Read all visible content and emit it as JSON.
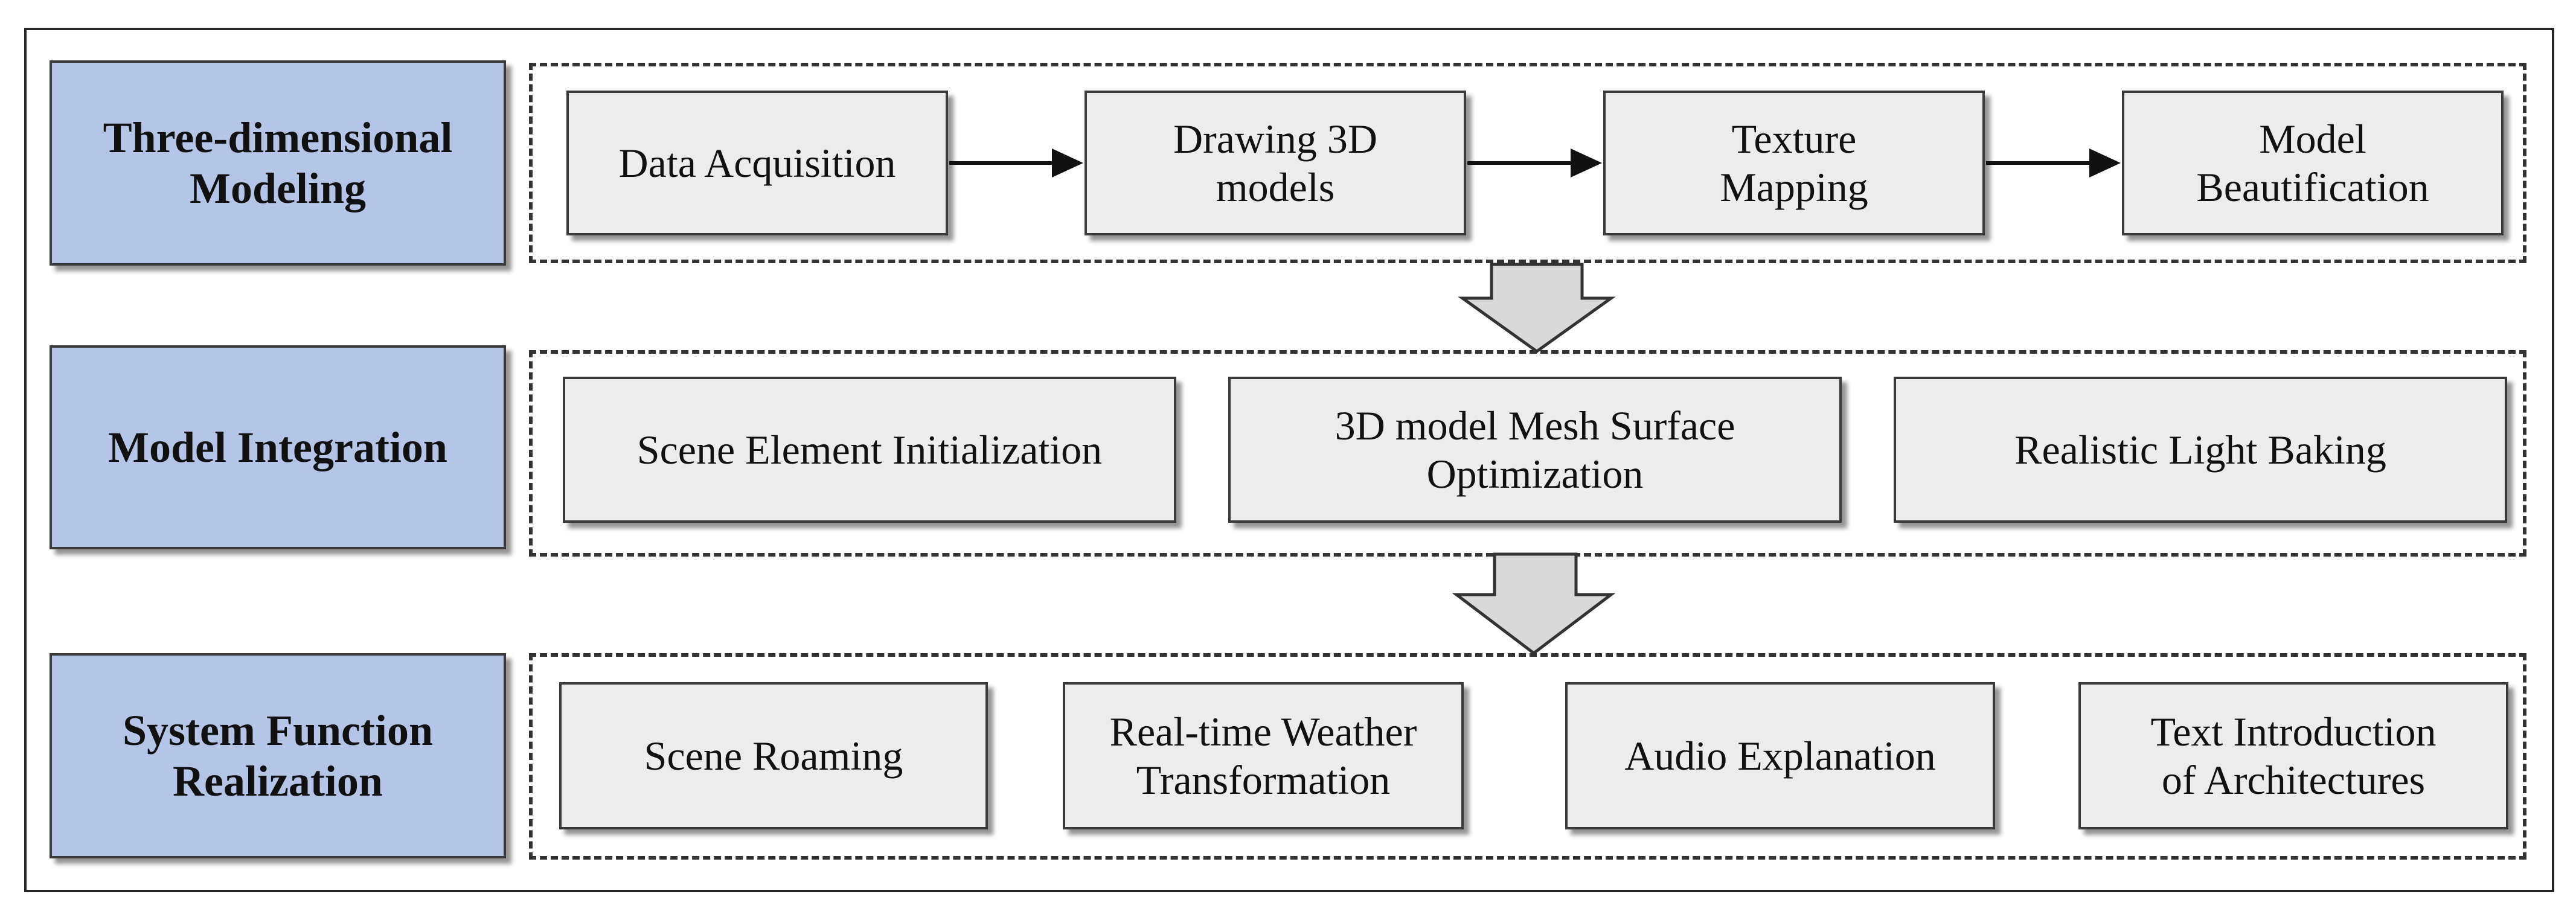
{
  "stages": [
    {
      "label": "Three-dimensional\nModeling",
      "steps": [
        "Data Acquisition",
        "Drawing 3D\nmodels",
        "Texture\nMapping",
        "Model\nBeautification"
      ]
    },
    {
      "label": "Model Integration",
      "steps": [
        "Scene Element Initialization",
        "3D model Mesh Surface\nOptimization",
        "Realistic Light Baking"
      ]
    },
    {
      "label": "System Function\nRealization",
      "steps": [
        "Scene Roaming",
        "Real-time Weather\nTransformation",
        "Audio Explanation",
        "Text Introduction\nof Architectures"
      ]
    }
  ],
  "colors": {
    "label_fill": "#b4c5e7",
    "step_fill": "#ececec",
    "arrow_fill": "#d9d9d9",
    "stroke": "#262626"
  }
}
